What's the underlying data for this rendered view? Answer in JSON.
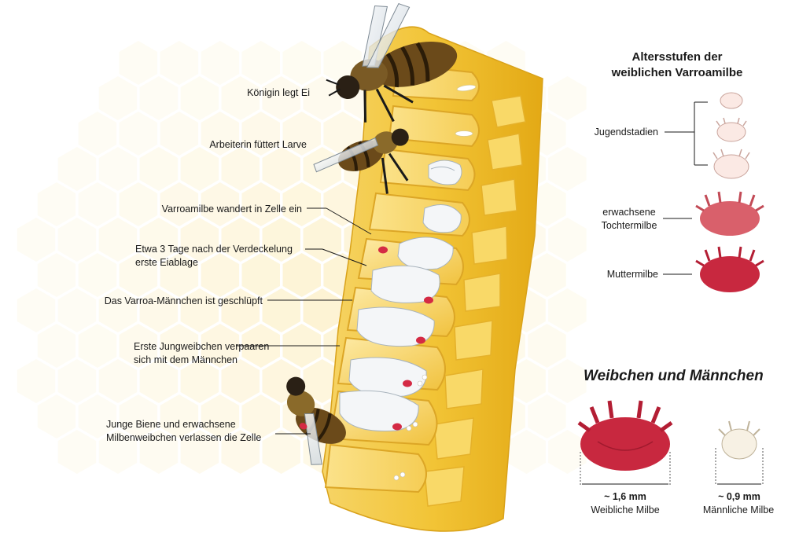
{
  "stages": [
    {
      "label": "Königin legt Ei"
    },
    {
      "label": "Arbeiterin füttert Larve"
    },
    {
      "label": "Varroamilbe wandert in Zelle ein"
    },
    {
      "label": "Etwa 3 Tage nach der Verdeckelung",
      "label2": "erste Eiablage"
    },
    {
      "label": "Das Varroa-Männchen ist geschlüpft"
    },
    {
      "label": "Erste Jungweibchen verpaaren",
      "label2": "sich mit dem Männchen"
    },
    {
      "label": "Junge Biene und erwachsene",
      "label2": "Milbenweibchen verlassen die Zelle"
    }
  ],
  "age_panel": {
    "title_line1": "Altersstufen der",
    "title_line2": "weiblichen Varroamilbe",
    "juvenile_label": "Jugendstadien",
    "daughter_label_line1": "erwachsene",
    "daughter_label_line2": "Tochtermilbe",
    "mother_label": "Muttermilbe"
  },
  "compare_panel": {
    "title": "Weibchen und Männchen",
    "female_size": "~ 1,6 mm",
    "female_label": "Weibliche Milbe",
    "male_size": "~ 0,9 mm",
    "male_label": "Männliche Milbe"
  },
  "colors": {
    "honey": "#f2c436",
    "comb_light": "#fde9a2",
    "bg_hex": "#fdf3d2",
    "mite_female": "#c8283f",
    "mite_daughter": "#d9606b",
    "mite_juvenile": "#fbe9e4",
    "mite_male": "#f7f1e4"
  }
}
